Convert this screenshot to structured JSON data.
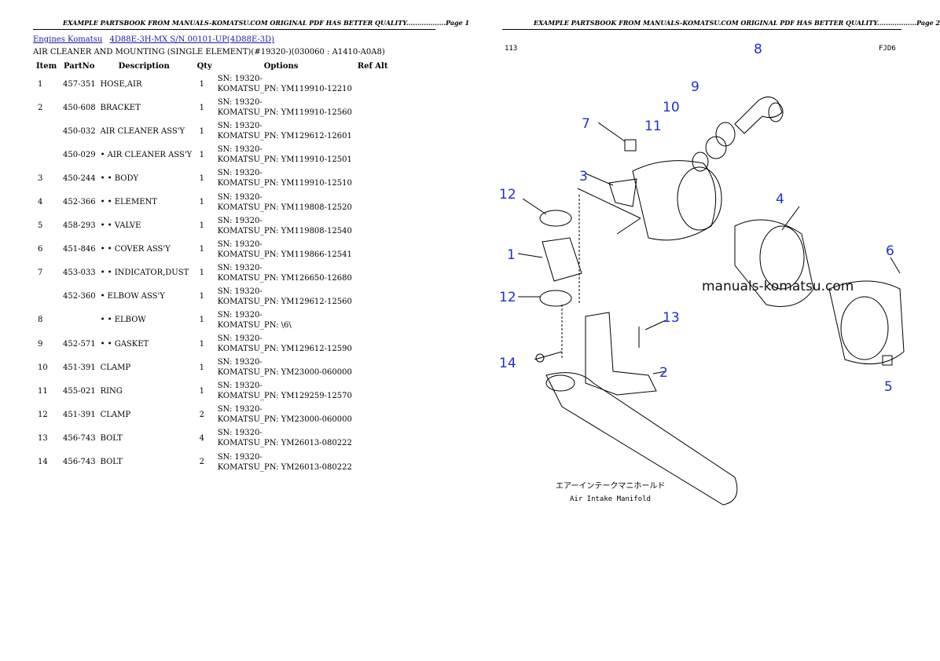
{
  "page1": {
    "header": "EXAMPLE PARTSBOOK FROM MANUALS-KOMATSU.COM ORIGINAL PDF HAS BETTER QUALITY..................Page 1",
    "breadcrumb": [
      "Engines Komatsu",
      "4D88E-3H-MX S/N 00101-UP(4D88E-3D)"
    ],
    "subtitle": "AIR CLEANER AND MOUNTING (SINGLE ELEMENT)(#19320-)(030060 : A1410-A0A8)",
    "columns": [
      "Item",
      "PartNo",
      "Description",
      "Qty",
      "Options",
      "Ref Alt"
    ],
    "rows": [
      {
        "item": "1",
        "partno": "457-351",
        "desc": "HOSE,AIR",
        "qty": "1",
        "opt1": "SN: 19320-",
        "opt2": "KOMATSU_PN: YM119910-12210"
      },
      {
        "item": "2",
        "partno": "450-608",
        "desc": "BRACKET",
        "qty": "1",
        "opt1": "SN: 19320-",
        "opt2": "KOMATSU_PN: YM119910-12560"
      },
      {
        "item": "",
        "partno": "450-032",
        "desc": "AIR CLEANER ASS'Y",
        "qty": "1",
        "opt1": "SN: 19320-",
        "opt2": "KOMATSU_PN: YM129612-12601"
      },
      {
        "item": "",
        "partno": "450-029",
        "desc": "• AIR CLEANER ASS'Y",
        "qty": "1",
        "opt1": "SN: 19320-",
        "opt2": "KOMATSU_PN: YM119910-12501"
      },
      {
        "item": "3",
        "partno": "450-244",
        "desc": "• • BODY",
        "qty": "1",
        "opt1": "SN: 19320-",
        "opt2": "KOMATSU_PN: YM119910-12510"
      },
      {
        "item": "4",
        "partno": "452-366",
        "desc": "• • ELEMENT",
        "qty": "1",
        "opt1": "SN: 19320-",
        "opt2": "KOMATSU_PN: YM119808-12520"
      },
      {
        "item": "5",
        "partno": "458-293",
        "desc": "• • VALVE",
        "qty": "1",
        "opt1": "SN: 19320-",
        "opt2": "KOMATSU_PN: YM119808-12540"
      },
      {
        "item": "6",
        "partno": "451-846",
        "desc": "• • COVER ASS'Y",
        "qty": "1",
        "opt1": "SN: 19320-",
        "opt2": "KOMATSU_PN: YM119866-12541"
      },
      {
        "item": "7",
        "partno": "453-033",
        "desc": "• • INDICATOR,DUST",
        "qty": "1",
        "opt1": "SN: 19320-",
        "opt2": "KOMATSU_PN: YM126650-12680"
      },
      {
        "item": "",
        "partno": "452-360",
        "desc": "• ELBOW ASS'Y",
        "qty": "1",
        "opt1": "SN: 19320-",
        "opt2": "KOMATSU_PN: YM129612-12560"
      },
      {
        "item": "8",
        "partno": "",
        "desc": "• • ELBOW",
        "qty": "1",
        "opt1": "SN: 19320-",
        "opt2": "KOMATSU_PN: \\6\\"
      },
      {
        "item": "9",
        "partno": "452-571",
        "desc": "• • GASKET",
        "qty": "1",
        "opt1": "SN: 19320-",
        "opt2": "KOMATSU_PN: YM129612-12590"
      },
      {
        "item": "10",
        "partno": "451-391",
        "desc": "CLAMP",
        "qty": "1",
        "opt1": "SN: 19320-",
        "opt2": "KOMATSU_PN: YM23000-060000"
      },
      {
        "item": "11",
        "partno": "455-021",
        "desc": "RING",
        "qty": "1",
        "opt1": "SN: 19320-",
        "opt2": "KOMATSU_PN: YM129259-12570"
      },
      {
        "item": "12",
        "partno": "451-391",
        "desc": "CLAMP",
        "qty": "2",
        "opt1": "SN: 19320-",
        "opt2": "KOMATSU_PN: YM23000-060000"
      },
      {
        "item": "13",
        "partno": "456-743",
        "desc": "BOLT",
        "qty": "4",
        "opt1": "SN: 19320-",
        "opt2": "KOMATSU_PN: YM26013-080222"
      },
      {
        "item": "14",
        "partno": "456-743",
        "desc": "BOLT",
        "qty": "2",
        "opt1": "SN: 19320-",
        "opt2": "KOMATSU_PN: YM26013-080222"
      }
    ]
  },
  "page2": {
    "header": "EXAMPLE PARTSBOOK FROM MANUALS-KOMATSU.COM ORIGINAL PDF HAS BETTER QUALITY..................Page 2",
    "code_left": "113",
    "code_right": "FJD6",
    "watermark": "manuals-komatsu.com",
    "manifold_jp": "エアーインテークマニホールド",
    "manifold_en": "Air Intake Manifold",
    "callouts": [
      "8",
      "9",
      "10",
      "7",
      "11",
      "3",
      "12",
      "4",
      "1",
      "6",
      "12",
      "13",
      "14",
      "2",
      "5"
    ]
  }
}
